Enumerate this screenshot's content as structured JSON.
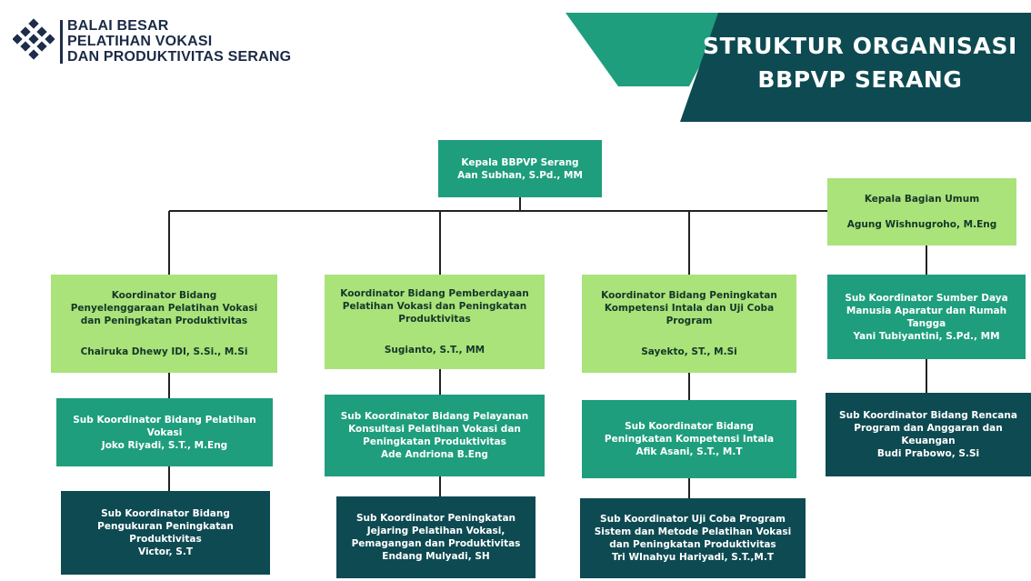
{
  "institution": {
    "line1": "BALAI BESAR",
    "line2": "PELATIHAN VOKASI",
    "line3": "DAN PRODUKTIVITAS SERANG",
    "logo_icon": "ministry-emblem"
  },
  "title": {
    "line1": "STRUKTUR ORGANISASI",
    "line2": "BBPVP SERANG"
  },
  "colors": {
    "head_teal": "#1e9e7c",
    "light_green": "#a9e37a",
    "dark_teal": "#0e4a52",
    "banner_accent": "#1e9e7c",
    "banner_dark": "#0e4a52",
    "connector": "#222222"
  },
  "head": {
    "title": "Kepala BBPVP Serang",
    "name": "Aan Subhan, S.Pd., MM"
  },
  "general": {
    "title": "Kepala Bagian Umum",
    "name": "Agung Wishnugroho, M.Eng"
  },
  "columns": [
    {
      "coordinator": {
        "title": "Koordinator Bidang\nPenyelenggaraan Pelatihan Vokasi\ndan Peningkatan Produktivitas",
        "name": "Chairuka Dhewy IDI, S.Si., M.Si"
      },
      "sub1": {
        "title": "Sub Koordinator Bidang Pelatihan\nVokasi",
        "name": "Joko Riyadi, S.T., M.Eng"
      },
      "sub2": {
        "title": "Sub Koordinator Bidang\nPengukuran Peningkatan\nProduktivitas",
        "name": "Victor, S.T"
      }
    },
    {
      "coordinator": {
        "title": "Koordinator Bidang Pemberdayaan\nPelatihan Vokasi dan Peningkatan\nProduktivitas",
        "name": "Sugianto, S.T., MM"
      },
      "sub1": {
        "title": "Sub Koordinator Bidang Pelayanan\nKonsultasi Pelatihan Vokasi dan\nPeningkatan Produktivitas",
        "name": "Ade Andriona B.Eng"
      },
      "sub2": {
        "title": "Sub Koordinator Peningkatan\nJejaring Pelatihan Vokasi,\nPemagangan dan Produktivitas",
        "name": "Endang Mulyadi, SH"
      }
    },
    {
      "coordinator": {
        "title": "Koordinator Bidang Peningkatan\nKompetensi Intala dan Uji Coba\nProgram",
        "name": "Sayekto, ST., M.Si"
      },
      "sub1": {
        "title": "Sub Koordinator Bidang\nPeningkatan Kompetensi Intala",
        "name": "Afik Asani, S.T., M.T"
      },
      "sub2": {
        "title": "Sub Koordinator Uji Coba Program\nSistem dan Metode Pelatihan Vokasi\ndan Peningkatan Produktivitas",
        "name": "Tri WInahyu Hariyadi, S.T.,M.T"
      }
    },
    {
      "sub1": {
        "title": "Sub Koordinator Sumber Daya\nManusia Aparatur dan Rumah\nTangga",
        "name": "Yani Tubiyantini, S.Pd., MM"
      },
      "sub2": {
        "title": "Sub Koordinator Bidang Rencana\nProgram dan Anggaran dan\nKeuangan",
        "name": "Budi Prabowo, S.Si"
      }
    }
  ]
}
